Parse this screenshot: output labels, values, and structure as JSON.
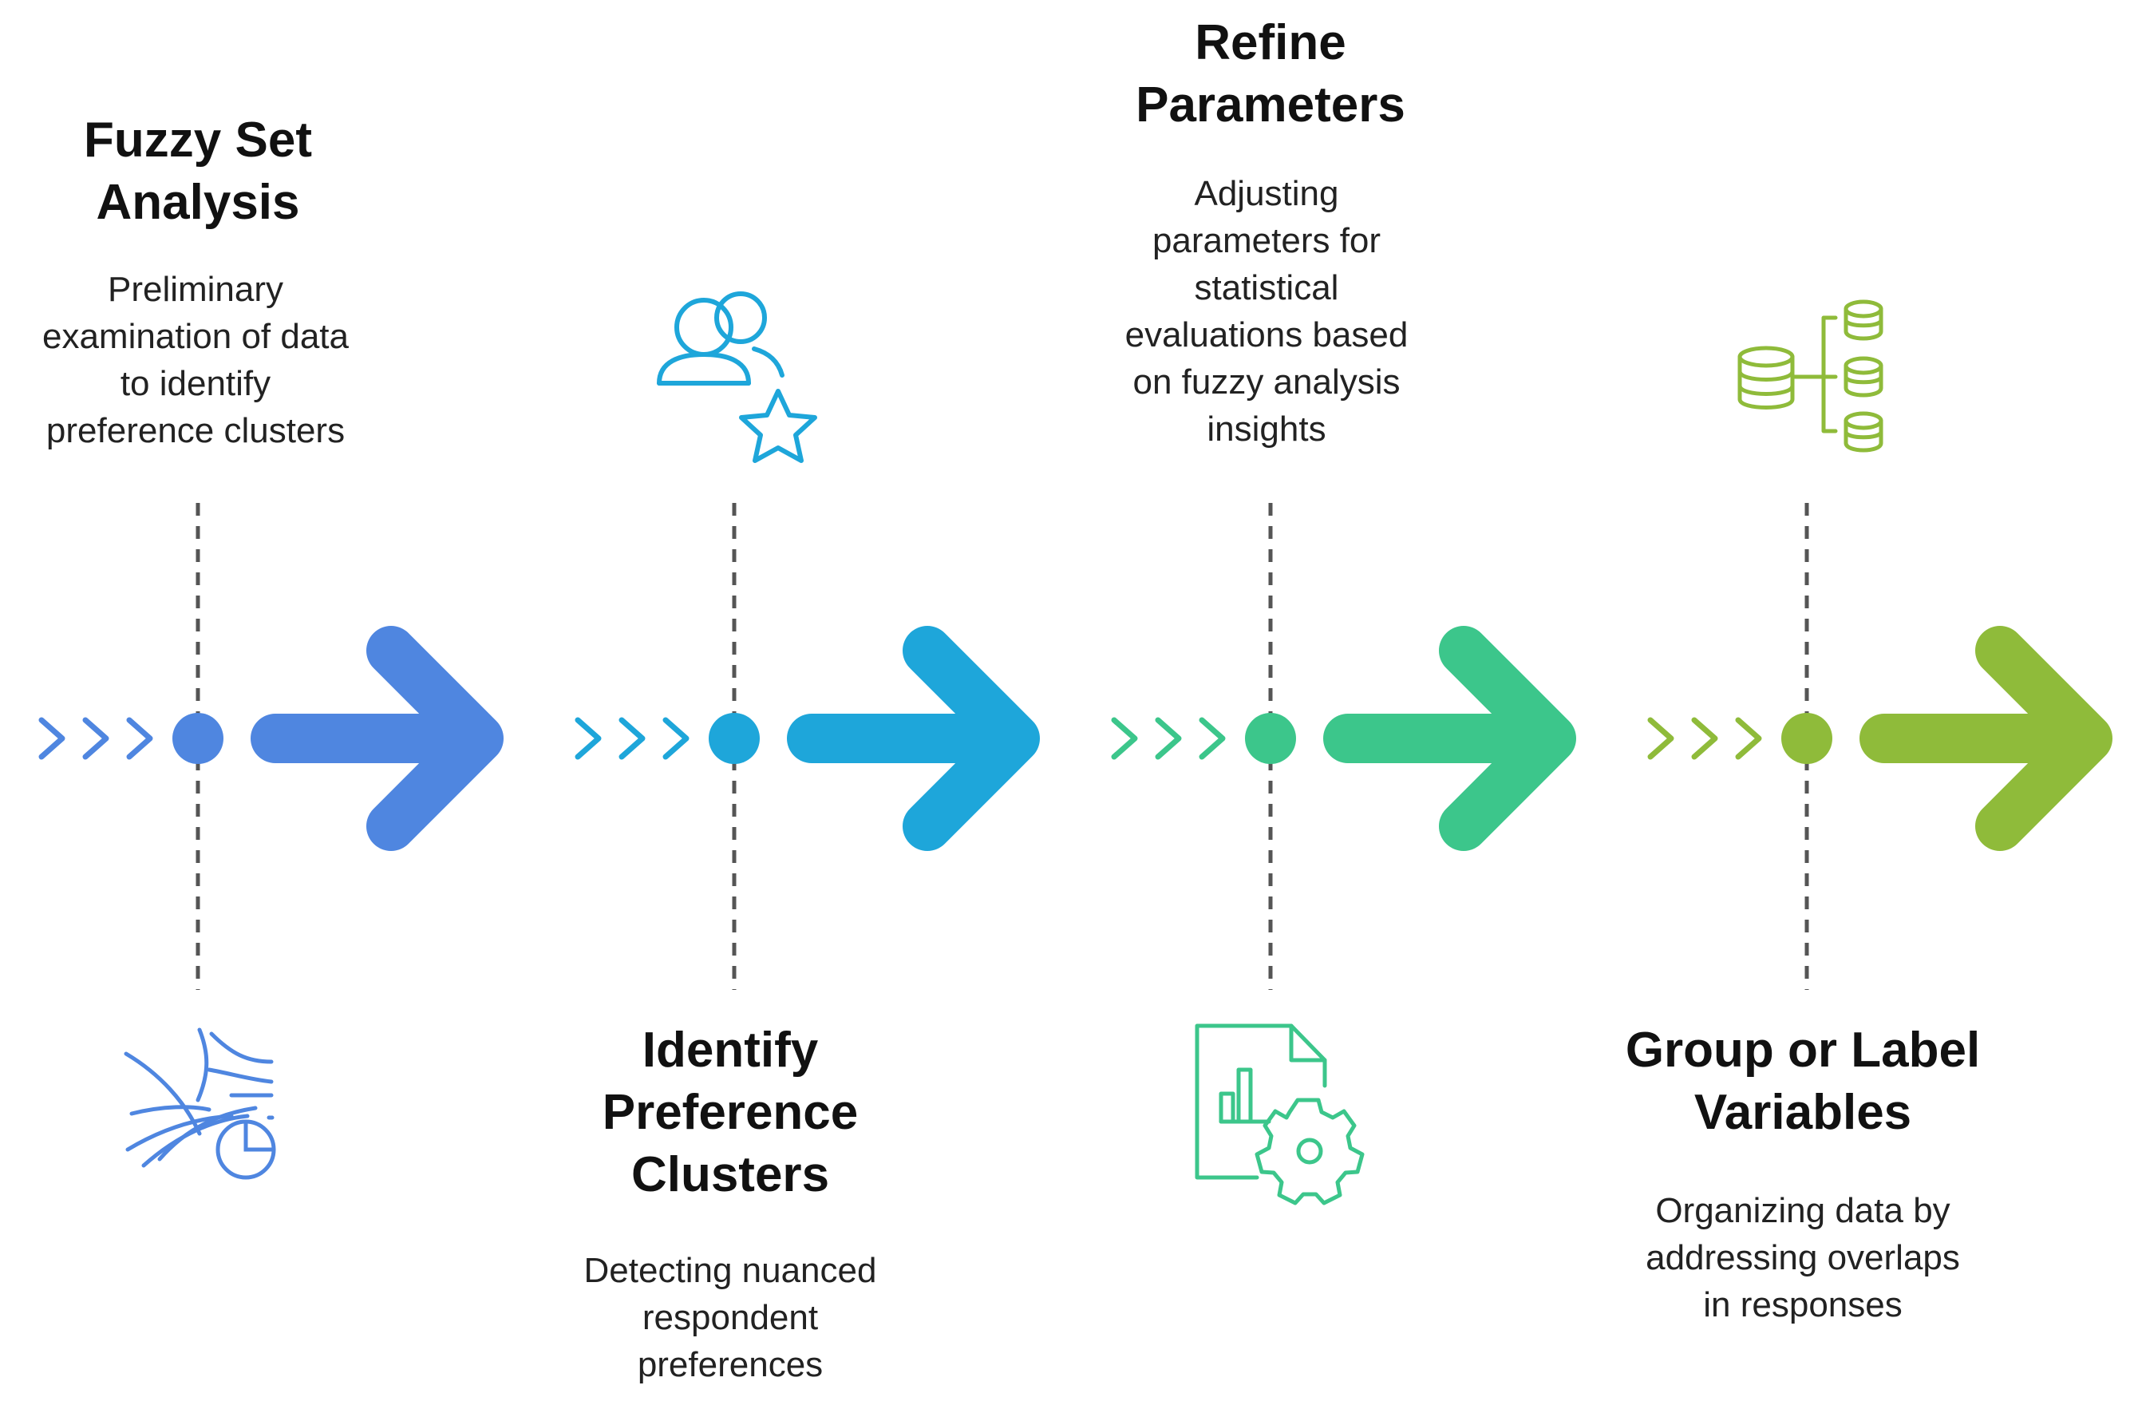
{
  "steps": [
    {
      "title_lines": [
        "Fuzzy Set",
        "Analysis"
      ],
      "desc_lines": [
        "Preliminary",
        "examination of data",
        "to identify",
        "preference clusters"
      ],
      "color": "#4f86e0",
      "icon": "wind-pie-chart-icon"
    },
    {
      "title_lines": [
        "Identify",
        "Preference",
        "Clusters"
      ],
      "desc_lines": [
        "Detecting nuanced",
        "respondent",
        "preferences"
      ],
      "color": "#1ea6da",
      "icon": "users-star-icon"
    },
    {
      "title_lines": [
        "Refine",
        "Parameters"
      ],
      "desc_lines": [
        "Adjusting",
        "parameters for",
        "statistical",
        "evaluations based",
        "on fuzzy analysis",
        "insights"
      ],
      "color": "#3cc68b",
      "icon": "report-gear-icon"
    },
    {
      "title_lines": [
        "Group or Label",
        "Variables"
      ],
      "desc_lines": [
        "Organizing data by",
        "addressing overlaps",
        "in responses"
      ],
      "color": "#8fbb3a",
      "icon": "database-hierarchy-icon"
    }
  ]
}
